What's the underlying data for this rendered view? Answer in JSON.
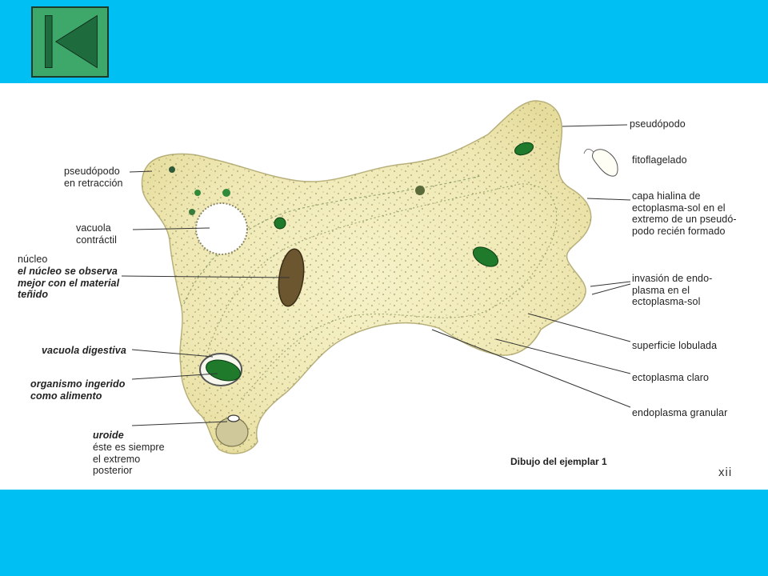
{
  "nav": {
    "back_icon": "skip-back-icon"
  },
  "colors": {
    "band": "#00bff3",
    "button": "#3ea86a",
    "cytoplasm": "#f3efc2",
    "nucleus": "#6b5630",
    "food": "#1f7a2c"
  },
  "labels": {
    "pseudopodo_retraccion": "pseudópodo\nen retracción",
    "vacuola_contractil": "vacuola\ncontráctil",
    "nucleo": "núcleo",
    "nucleo_nota": "el núcleo se observa\nmejor con el material\nteñido",
    "vacuola_digestiva": "vacuola digestiva",
    "organismo_ingerido": "organismo ingerido\ncomo alimento",
    "uroide": "uroide",
    "uroide_nota": "éste es siempre\nel extremo\nposterior",
    "pseudopodo": "pseudópodo",
    "fitoflagelado": "fitoflagelado",
    "capa_hialina": "capa hialina de\nectoplasma-sol en el\nextremo de un pseudó-\npodo recién formado",
    "invasion": "invasión de endo-\nplasma en el\nectoplasma-sol",
    "superficie": "superficie lobulada",
    "ectoplasma": "ectoplasma claro",
    "endoplasma": "endoplasma granular"
  },
  "caption": "Dibujo del ejemplar 1",
  "page_number": "xii"
}
